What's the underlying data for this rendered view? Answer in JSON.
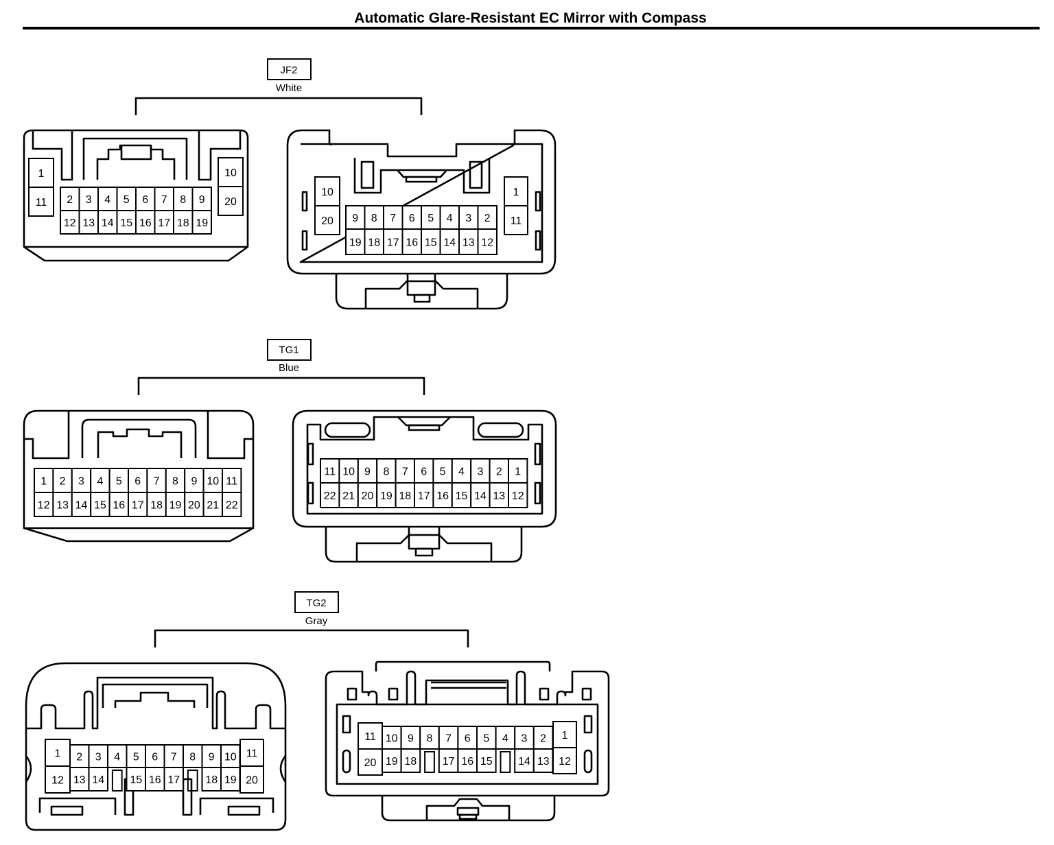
{
  "title": "Automatic Glare-Resistant EC Mirror with Compass",
  "connectors": [
    {
      "code": "JF2",
      "color": "White",
      "left_pins": [
        [
          "1",
          "11"
        ],
        [
          "2",
          "3",
          "4",
          "5",
          "6",
          "7",
          "8",
          "9"
        ],
        [
          "12",
          "13",
          "14",
          "15",
          "16",
          "17",
          "18",
          "19"
        ],
        [
          "10",
          "20"
        ]
      ],
      "right_pins": [
        [
          "10",
          "20"
        ],
        [
          "9",
          "8",
          "7",
          "6",
          "5",
          "4",
          "3",
          "2"
        ],
        [
          "19",
          "18",
          "17",
          "16",
          "15",
          "14",
          "13",
          "12"
        ],
        [
          "1",
          "11"
        ]
      ]
    },
    {
      "code": "TG1",
      "color": "Blue",
      "left_pins": [
        [
          "1",
          "2",
          "3",
          "4",
          "5",
          "6",
          "7",
          "8",
          "9",
          "10",
          "11"
        ],
        [
          "12",
          "13",
          "14",
          "15",
          "16",
          "17",
          "18",
          "19",
          "20",
          "21",
          "22"
        ]
      ],
      "right_pins": [
        [
          "11",
          "10",
          "9",
          "8",
          "7",
          "6",
          "5",
          "4",
          "3",
          "2",
          "1"
        ],
        [
          "22",
          "21",
          "20",
          "19",
          "18",
          "17",
          "16",
          "15",
          "14",
          "13",
          "12"
        ]
      ]
    },
    {
      "code": "TG2",
      "color": "Gray",
      "left_pins": [
        [
          "1",
          "12"
        ],
        [
          "2",
          "3",
          "4",
          "5",
          "6",
          "7",
          "8",
          "9",
          "10"
        ],
        [
          "13",
          "14",
          "",
          "15",
          "16",
          "17",
          "",
          "18",
          "19"
        ],
        [
          "11",
          "20"
        ]
      ],
      "right_pins": [
        [
          "11",
          "20"
        ],
        [
          "10",
          "9",
          "8",
          "7",
          "6",
          "5",
          "4",
          "3",
          "2"
        ],
        [
          "19",
          "18",
          "",
          "17",
          "16",
          "15",
          "",
          "14",
          "13"
        ],
        [
          "1",
          "12"
        ]
      ]
    }
  ]
}
